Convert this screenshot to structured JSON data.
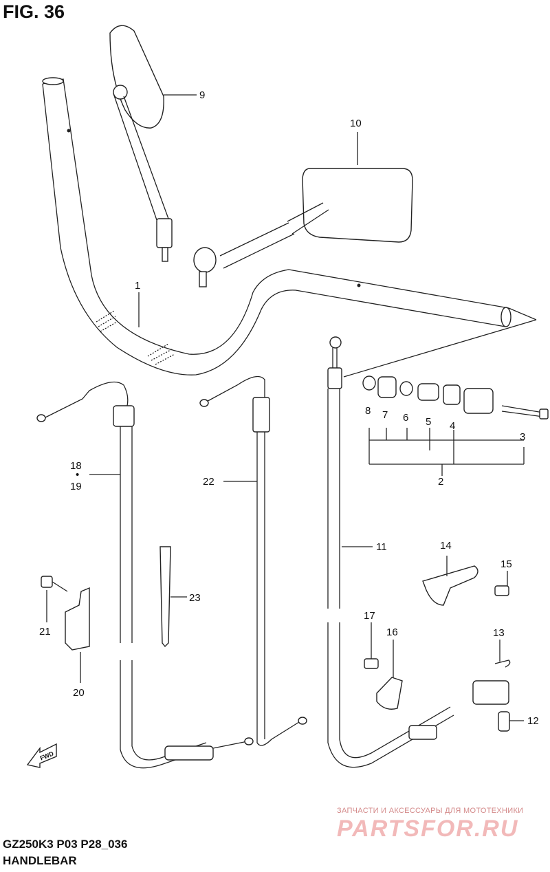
{
  "figure": {
    "title": "FIG. 36",
    "model_code": "GZ250K3 P03 P28_036",
    "section_name": "HANDLEBAR"
  },
  "fwd_arrow": {
    "label": "FWD"
  },
  "watermark": {
    "small_text": "ЗАПЧАСТИ И АКСЕССУАРЫ ДЛЯ МОТОТЕХНИКИ",
    "brand_text": "PARTSFOR.RU"
  },
  "callouts": {
    "c1": "1",
    "c2": "2",
    "c3": "3",
    "c4": "4",
    "c5": "5",
    "c6": "6",
    "c7": "7",
    "c8": "8",
    "c9": "9",
    "c10": "10",
    "c11": "11",
    "c12": "12",
    "c13": "13",
    "c14": "14",
    "c15": "15",
    "c16": "16",
    "c17": "17",
    "c18": "18",
    "c18sep": "•",
    "c19": "19",
    "c20": "20",
    "c21": "21",
    "c22": "22",
    "c23": "23"
  }
}
